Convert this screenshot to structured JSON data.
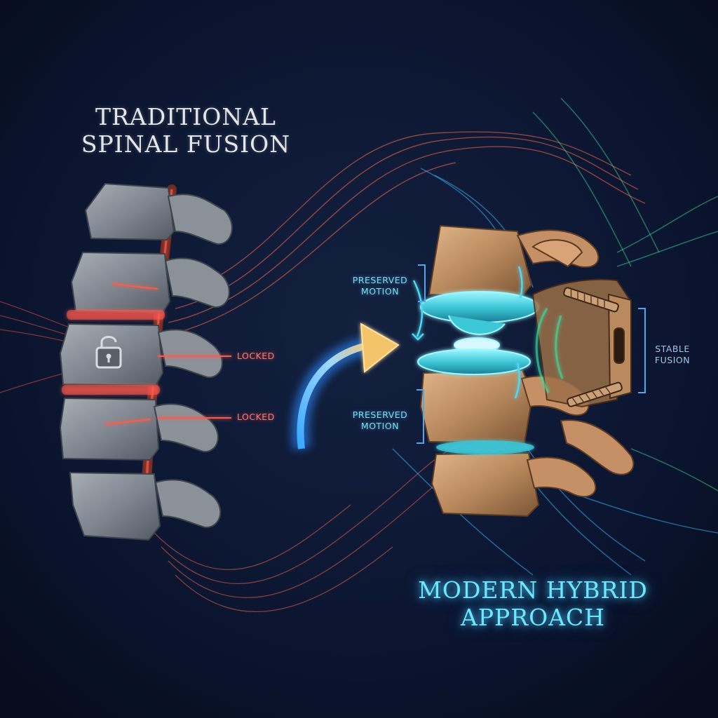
{
  "titles": {
    "traditional": [
      "TRADITIONAL",
      "SPINAL FUSION"
    ],
    "modern": [
      "MODERN HYBRID",
      "APPROACH"
    ]
  },
  "callouts": {
    "locked_upper": "LOCKED",
    "locked_lower": "LOCKED",
    "preserved_motion_upper": [
      "PRESERVED",
      "MOTION"
    ],
    "preserved_motion_lower": [
      "PRESERVED",
      "MOTION"
    ],
    "stable_fusion": [
      "STABLE",
      "FUSION"
    ]
  },
  "icons": {
    "traditional": "unlocked-padlock-icon",
    "transition": "curved-arrow-icon"
  },
  "colors": {
    "background": "#0a1226",
    "locked_red": "#ff5a4e",
    "motion_cyan": "#4fd8f0",
    "bone_gray": "#8c939c",
    "bone_tan": "#b98a5e",
    "fusion_green": "#3fd8a0",
    "arrow_gold": "#f0c060"
  }
}
